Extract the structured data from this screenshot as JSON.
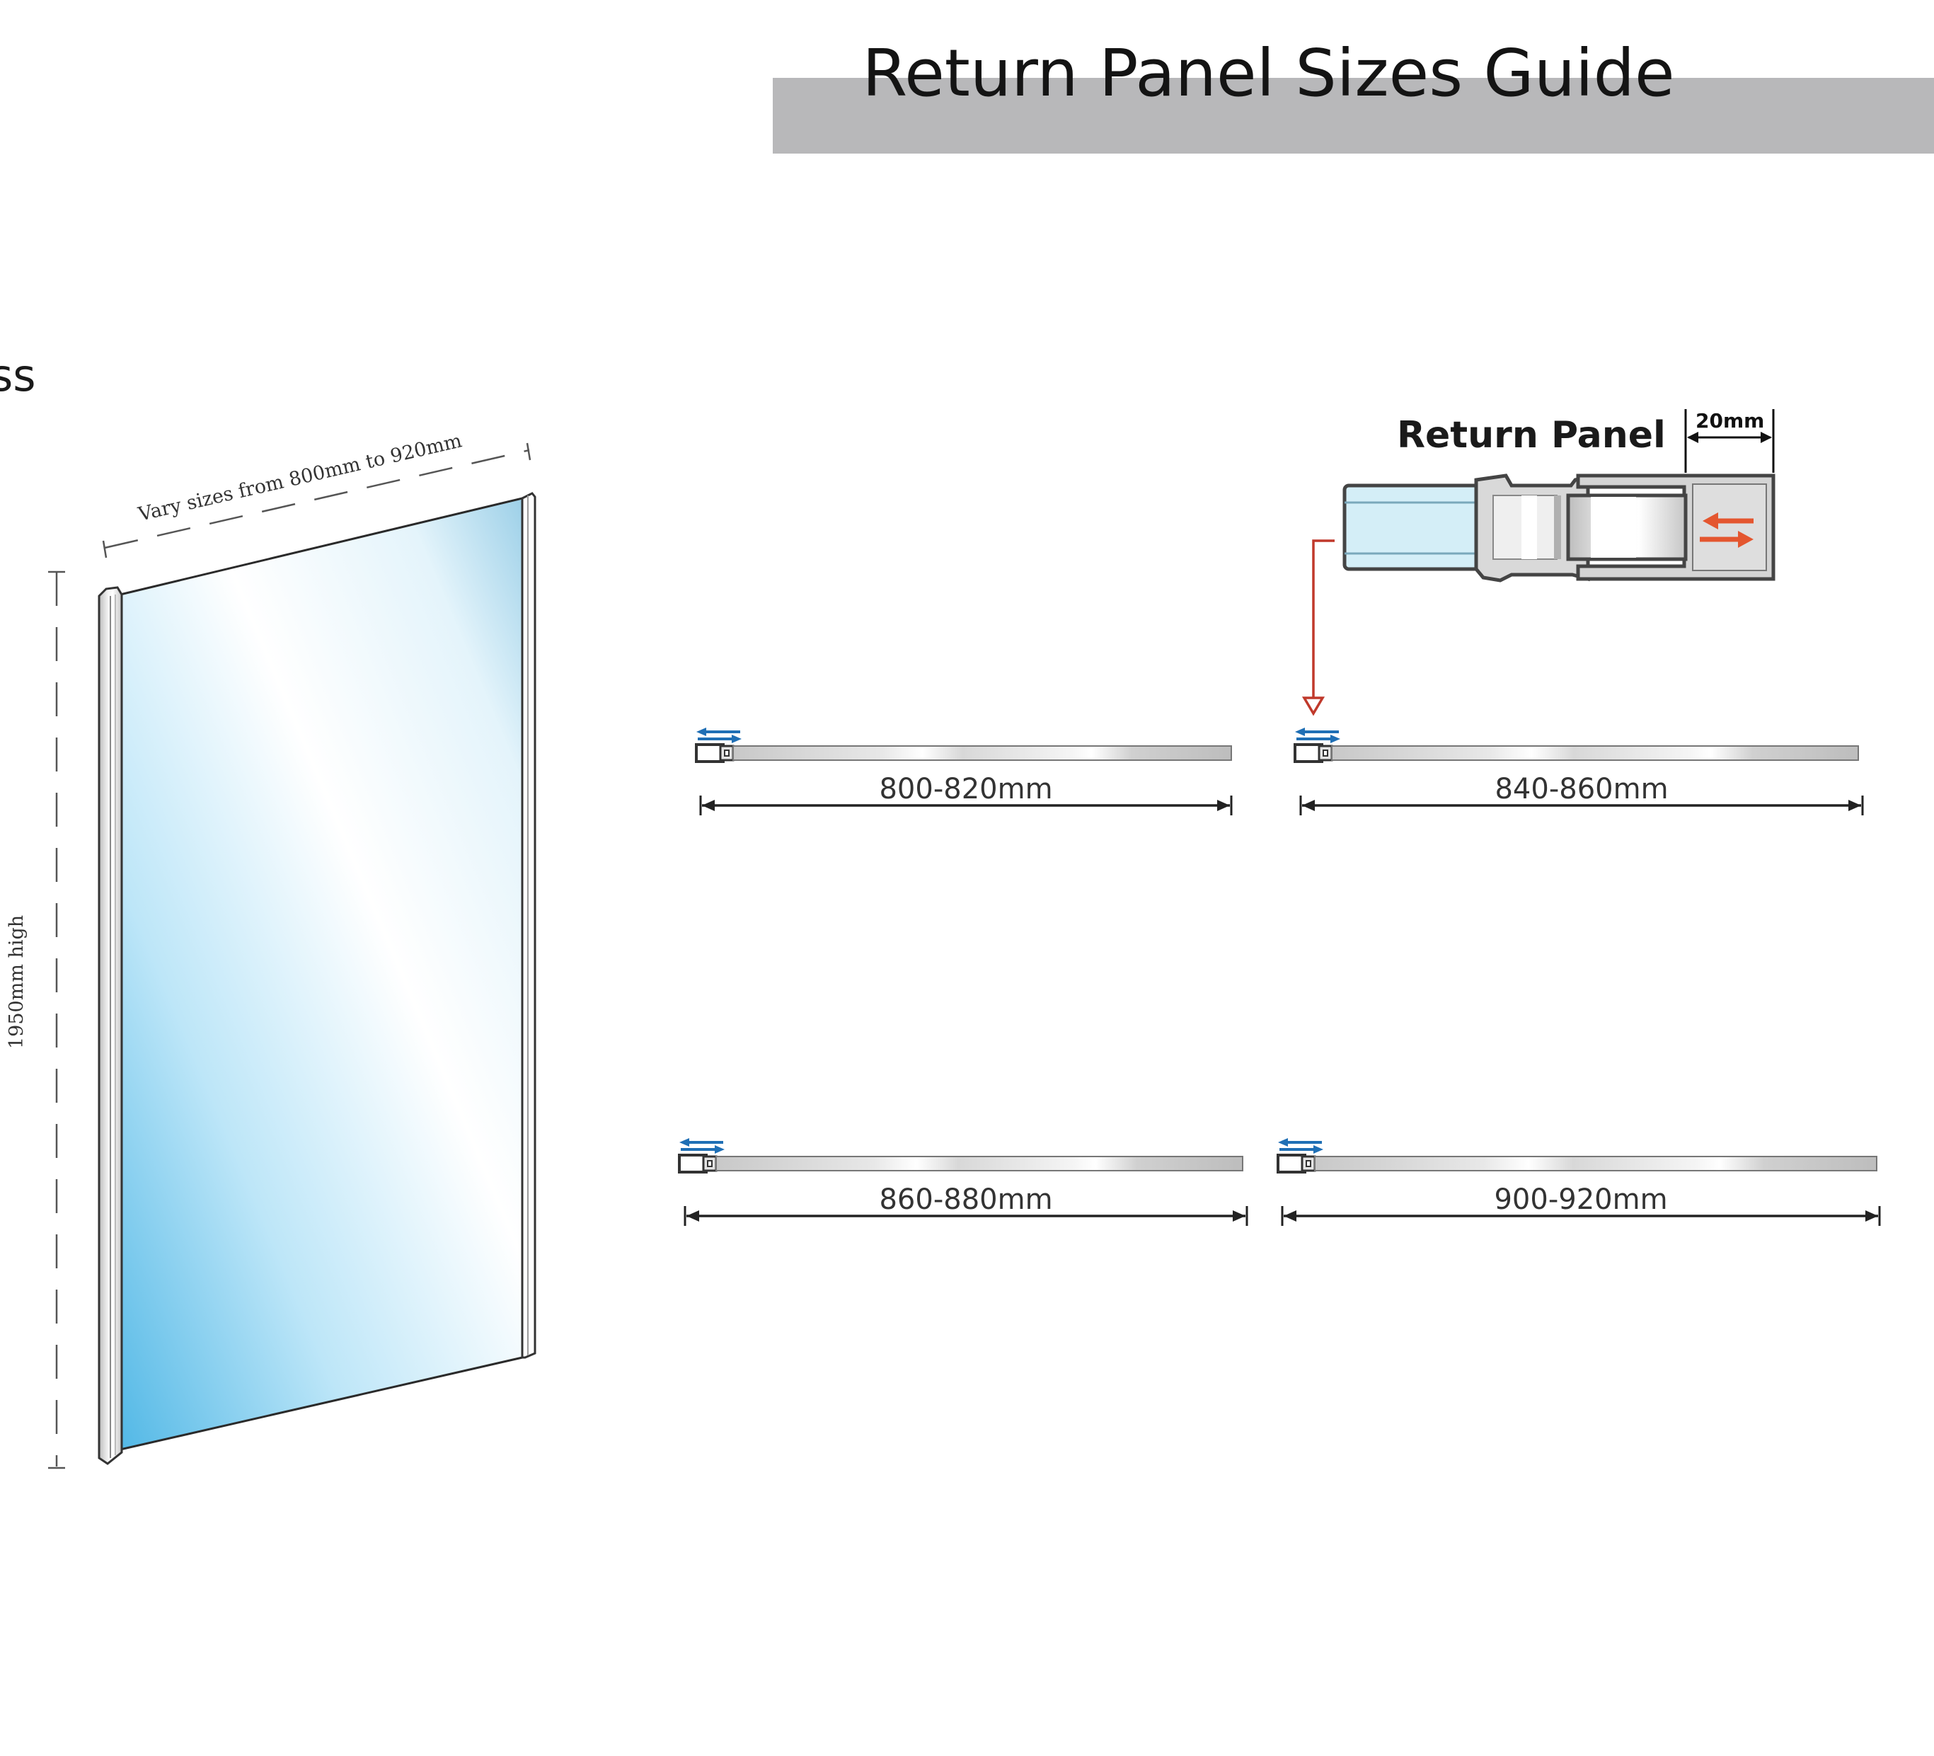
{
  "title": "Return Panel Sizes Guide",
  "edge_text": "ss",
  "panel_illustration": {
    "width_note": "Vary sizes from 800mm to 920mm",
    "height_note": "1950mm high"
  },
  "detail": {
    "label": "Return Panel",
    "adjust_dimension": "20mm"
  },
  "size_options": [
    "800-820mm",
    "840-860mm",
    "860-880mm",
    "900-920mm"
  ],
  "colors": {
    "title_bar": "#b8b8ba",
    "glass_light": "#ffffff",
    "glass_dark": "#52b8e6",
    "adjust_arrows": "#e4562f",
    "direction_arrows": "#1f6fb5",
    "pointer_line": "#c0392b"
  }
}
